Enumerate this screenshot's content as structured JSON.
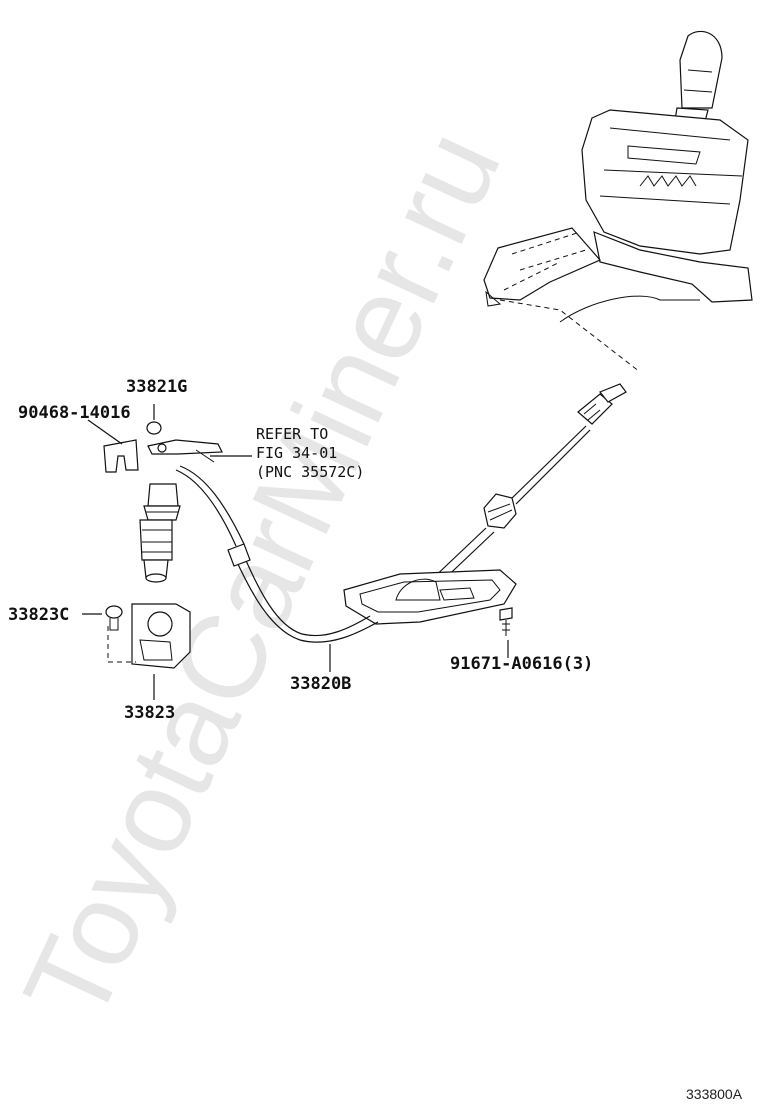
{
  "watermark": "ToyotaCarMiner.ru",
  "figure_code": "333800A",
  "labels": {
    "clip_33821G": "33821G",
    "retainer_90468": "90468-14016",
    "refer_line1": "REFER TO",
    "refer_line2": "FIG 34-01",
    "refer_line3": "(PNC 35572C)",
    "bolt_33823C": "33823C",
    "bracket_33823": "33823",
    "cable_33820B": "33820B",
    "bolt_91671": "91671-A0616(3)"
  },
  "colors": {
    "line": "#111111",
    "watermark": "#e6e6e6",
    "background": "#ffffff"
  }
}
